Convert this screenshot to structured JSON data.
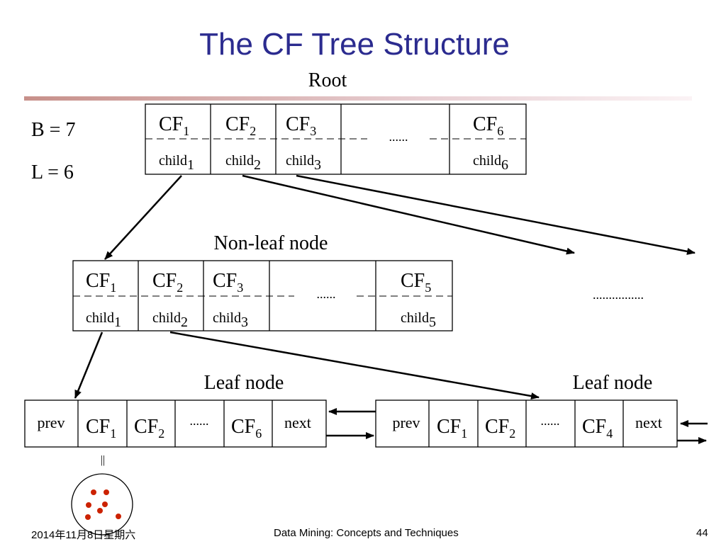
{
  "slide": {
    "title": "The CF Tree Structure",
    "accent_color": "#c7908a",
    "title_color": "#2b2b8f"
  },
  "params": {
    "b": "B = 7",
    "l": "L = 6"
  },
  "root": {
    "label": "Root",
    "cf_entries": [
      {
        "base": "CF",
        "sub": "1"
      },
      {
        "base": "CF",
        "sub": "2"
      },
      {
        "base": "CF",
        "sub": "3"
      },
      {
        "base": "CF",
        "sub": "6"
      }
    ],
    "children": [
      {
        "base": "child",
        "sub": "1"
      },
      {
        "base": "child",
        "sub": "2"
      },
      {
        "base": "child",
        "sub": "3"
      },
      {
        "base": "child",
        "sub": "6"
      }
    ],
    "ellipsis": "......"
  },
  "nonleaf": {
    "label": "Non-leaf node",
    "cf_entries": [
      {
        "base": "CF",
        "sub": "1"
      },
      {
        "base": "CF",
        "sub": "2"
      },
      {
        "base": "CF",
        "sub": "3"
      },
      {
        "base": "CF",
        "sub": "5"
      }
    ],
    "children": [
      {
        "base": "child",
        "sub": "1"
      },
      {
        "base": "child",
        "sub": "2"
      },
      {
        "base": "child",
        "sub": "3"
      },
      {
        "base": "child",
        "sub": "5"
      }
    ],
    "ellipsis": "......",
    "more": "................"
  },
  "leaf1": {
    "label": "Leaf node",
    "prev": "prev",
    "next": "next",
    "cf_entries": [
      {
        "base": "CF",
        "sub": "1"
      },
      {
        "base": "CF",
        "sub": "2"
      },
      {
        "base": "CF",
        "sub": "6"
      }
    ],
    "ellipsis": "......"
  },
  "leaf2": {
    "label": "Leaf node",
    "prev": "prev",
    "next": "next",
    "cf_entries": [
      {
        "base": "CF",
        "sub": "1"
      },
      {
        "base": "CF",
        "sub": "2"
      },
      {
        "base": "CF",
        "sub": "4"
      }
    ],
    "ellipsis": "......"
  },
  "cluster": {
    "equals": "||",
    "point_color": "#cc2200"
  },
  "footer": {
    "date": "2014年11月8日星期六",
    "course": "Data Mining: Concepts and Techniques",
    "page": "44"
  }
}
